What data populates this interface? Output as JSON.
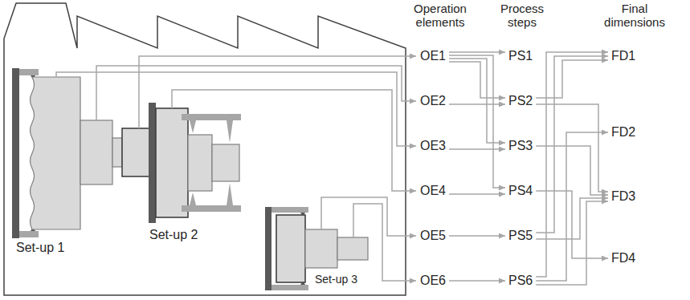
{
  "diagram": {
    "nodes": [
      {
        "text": [
          "OE1"
        ]
      },
      {
        "text": [
          "OE2"
        ]
      },
      {
        "text": [
          "OE3"
        ]
      },
      {
        "text": [
          "OE4"
        ]
      },
      {
        "text": [
          "OE5"
        ]
      },
      {
        "text": [
          "OE6"
        ]
      },
      {
        "text": [
          "PS1"
        ]
      },
      {
        "text": [
          "PS2"
        ]
      },
      {
        "text": [
          "PS3"
        ]
      },
      {
        "text": [
          "PS4"
        ]
      },
      {
        "text": [
          "PS5"
        ]
      },
      {
        "text": [
          "PS6"
        ]
      },
      {
        "text": [
          "FD1"
        ]
      },
      {
        "text": [
          "FD2"
        ]
      },
      {
        "text": [
          "FD3"
        ]
      },
      {
        "text": [
          "FD4"
        ]
      }
    ],
    "edges": [
      {
        "from": 0,
        "to": 6,
        "arrow": "to"
      },
      {
        "from": 0,
        "to": 7,
        "arrow": "to"
      },
      {
        "from": 0,
        "to": 8,
        "arrow": "to"
      },
      {
        "from": 0,
        "to": 9,
        "arrow": "to"
      },
      {
        "from": 1,
        "to": 7,
        "arrow": "to"
      },
      {
        "from": 2,
        "to": 8,
        "arrow": "to"
      },
      {
        "from": 3,
        "to": 9,
        "arrow": "to"
      },
      {
        "from": 4,
        "to": 10,
        "arrow": "to"
      },
      {
        "from": 5,
        "to": 11,
        "arrow": "to"
      },
      {
        "from": 7,
        "to": 12,
        "arrow": "to"
      },
      {
        "from": 7,
        "to": 14,
        "arrow": "to"
      },
      {
        "from": 8,
        "to": 14,
        "arrow": "to"
      },
      {
        "from": 9,
        "to": 15,
        "arrow": "to"
      },
      {
        "from": 10,
        "to": 12,
        "arrow": "to"
      },
      {
        "from": 10,
        "to": 14,
        "arrow": "to"
      },
      {
        "from": 11,
        "to": 12,
        "arrow": "to"
      },
      {
        "from": 11,
        "to": 13,
        "arrow": "to"
      },
      {
        "from": 11,
        "to": 14,
        "arrow": "to"
      }
    ],
    "labels": [
      "Set-up 1",
      "Set-up 2",
      "Set-up 3",
      "Operation elements",
      "Process steps",
      "Final dimensions"
    ]
  }
}
